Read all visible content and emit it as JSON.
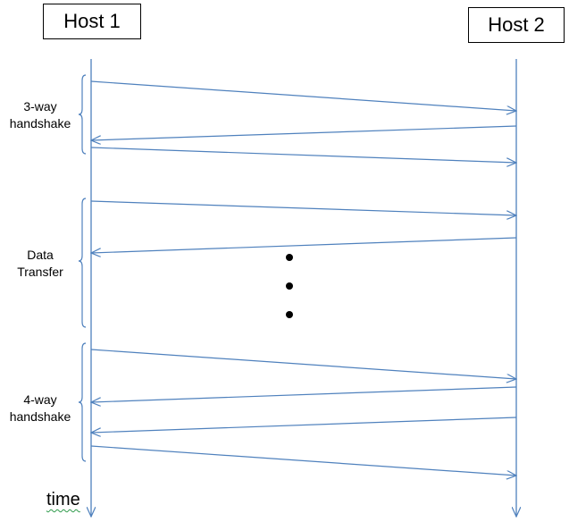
{
  "hosts": {
    "host1": "Host 1",
    "host2": "Host 2"
  },
  "phases": {
    "handshake3": [
      "3-way",
      "handshake"
    ],
    "data_transfer": [
      "Data",
      "Transfer"
    ],
    "handshake4": [
      "4-way",
      "handshake"
    ]
  },
  "axis": {
    "time_label": "time"
  },
  "messages": [
    {
      "from": "host1",
      "to": "host2",
      "phase": "handshake3"
    },
    {
      "from": "host2",
      "to": "host1",
      "phase": "handshake3"
    },
    {
      "from": "host1",
      "to": "host2",
      "phase": "handshake3"
    },
    {
      "from": "host1",
      "to": "host2",
      "phase": "data_transfer"
    },
    {
      "from": "host2",
      "to": "host1",
      "phase": "data_transfer"
    },
    {
      "from": "host1",
      "to": "host2",
      "phase": "handshake4"
    },
    {
      "from": "host2",
      "to": "host1",
      "phase": "handshake4"
    },
    {
      "from": "host2",
      "to": "host1",
      "phase": "handshake4"
    },
    {
      "from": "host1",
      "to": "host2",
      "phase": "handshake4"
    }
  ],
  "colors": {
    "line": "#4f81bd",
    "text": "#000000"
  }
}
